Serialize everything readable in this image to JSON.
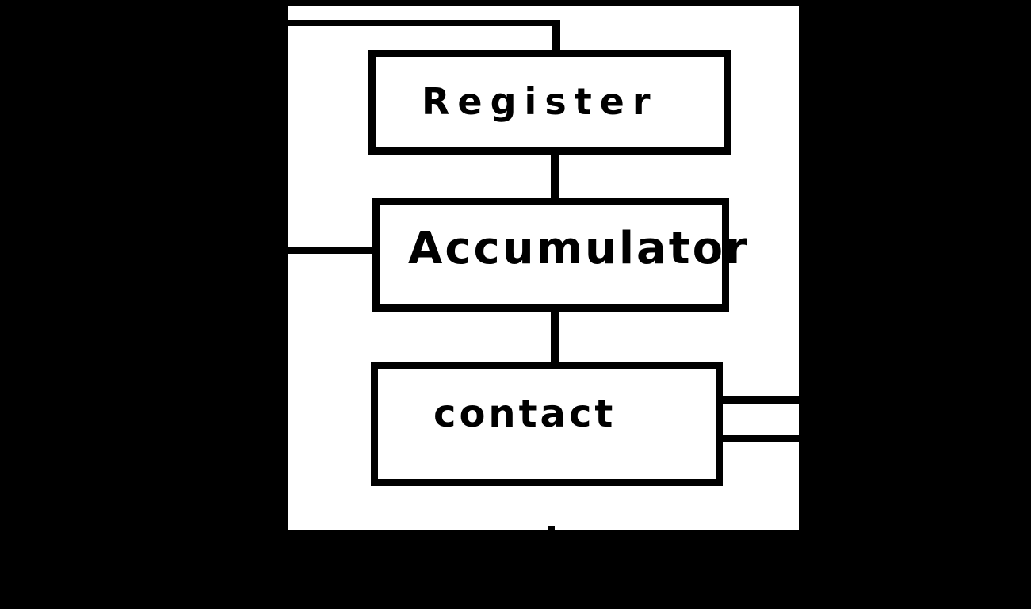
{
  "diagram": {
    "title": "block-diagram",
    "colors": {
      "background": "#000000",
      "panel": "#ffffff",
      "line": "#000000",
      "text": "#000000"
    },
    "nodes": [
      {
        "id": "register",
        "label": "Register"
      },
      {
        "id": "accumulator",
        "label": "Accumulator"
      },
      {
        "id": "contact",
        "label": "contact"
      }
    ],
    "connectors": [
      {
        "id": "top-feedback-line",
        "from": "panel-left-edge",
        "to": "register-top"
      },
      {
        "id": "register-accumulator-link",
        "from": "register-bottom",
        "to": "accumulator-top"
      },
      {
        "id": "accumulator-contact-link",
        "from": "accumulator-bottom",
        "to": "contact-top"
      },
      {
        "id": "accumulator-left-input",
        "from": "panel-left-edge",
        "to": "accumulator-left"
      },
      {
        "id": "contact-output-upper",
        "from": "contact-right",
        "to": "panel-right-edge"
      },
      {
        "id": "contact-output-lower",
        "from": "contact-right",
        "to": "panel-right-edge"
      },
      {
        "id": "bottom-stub",
        "from": "panel-bottom-edge",
        "to": "below-contact"
      }
    ]
  }
}
